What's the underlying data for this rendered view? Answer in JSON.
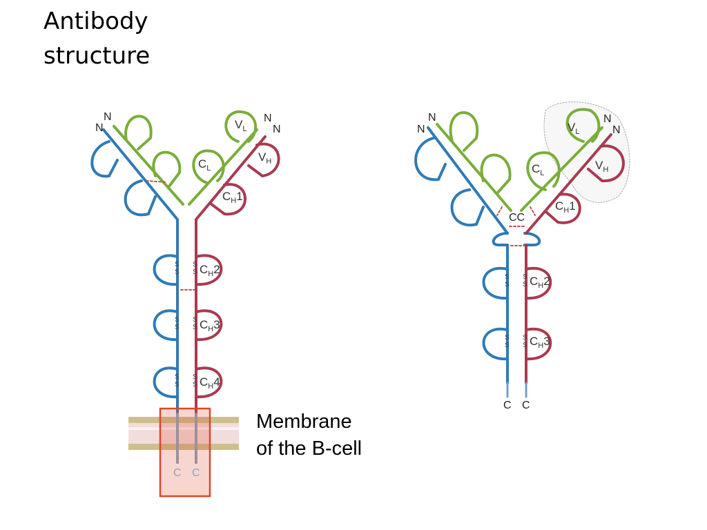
{
  "title": {
    "line1": "Antibody",
    "line2": "structure"
  },
  "caption": {
    "line1": "Membrane",
    "line2": "of  the B-cell"
  },
  "colors": {
    "heavy": "#a83a50",
    "light": "#7aad3a",
    "heavy_alt": "#2f7ab5",
    "membrane": "#cdbf8e",
    "highlight": "#e0442a"
  },
  "labels": {
    "n": "N",
    "c": "C",
    "cc": "CC",
    "s": "S",
    "vl": {
      "main": "V",
      "sub": "L"
    },
    "vh": {
      "main": "V",
      "sub": "H"
    },
    "cl": {
      "main": "C",
      "sub": "L"
    },
    "ch1": {
      "main": "C",
      "sub": "H",
      "num": "1"
    },
    "ch2": {
      "main": "C",
      "sub": "H",
      "num": "2"
    },
    "ch3": {
      "main": "C",
      "sub": "H",
      "num": "3"
    },
    "ch4": {
      "main": "C",
      "sub": "H",
      "num": "4"
    }
  }
}
